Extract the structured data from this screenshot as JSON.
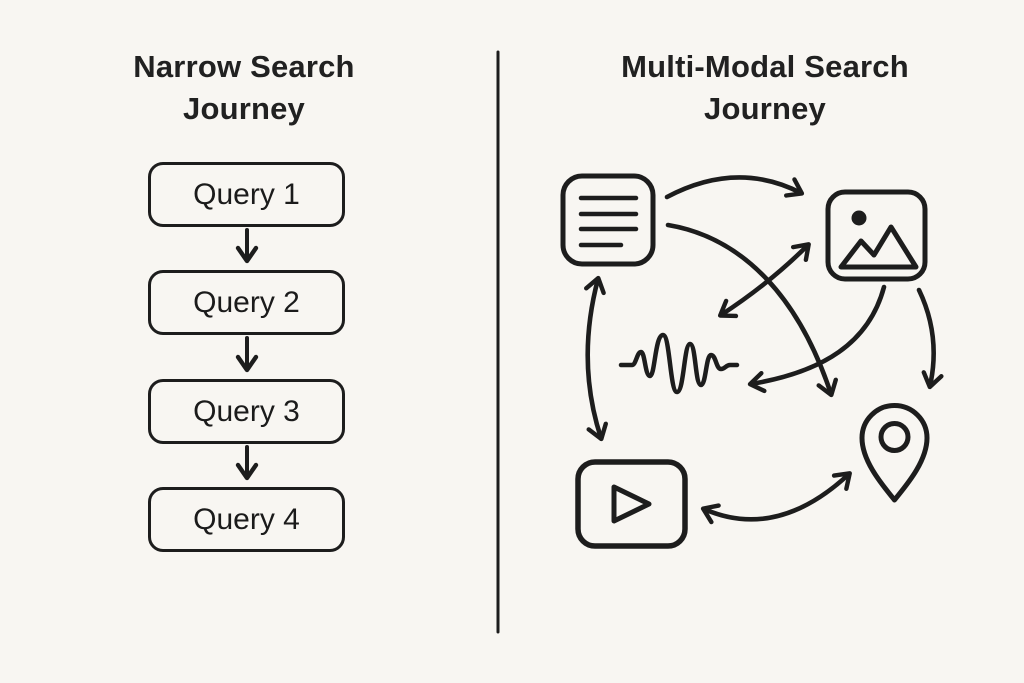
{
  "page": {
    "background_color": "#f8f6f2",
    "stroke_color": "#1d1d1d",
    "text_color": "#212121"
  },
  "left_panel": {
    "title": "Narrow Search Journey",
    "queries": [
      "Query 1",
      "Query 2",
      "Query 3",
      "Query 4"
    ],
    "flow": "Query 1 -> Query 2 -> Query 3 -> Query 4"
  },
  "right_panel": {
    "title": "Multi-Modal Search Journey",
    "icons": [
      "text-document-icon",
      "image-icon",
      "audio-waveform-icon",
      "video-icon",
      "location-pin-icon"
    ],
    "connections": [
      {
        "from": "text-document",
        "to": "image",
        "bidirectional": false
      },
      {
        "from": "text-document",
        "to": "video",
        "bidirectional": true
      },
      {
        "from": "text-document",
        "to": "location-pin",
        "bidirectional": false
      },
      {
        "from": "audio-waveform",
        "to": "image",
        "bidirectional": true
      },
      {
        "from": "image",
        "to": "audio-waveform",
        "bidirectional": false
      },
      {
        "from": "image",
        "to": "location-pin",
        "bidirectional": false
      },
      {
        "from": "video",
        "to": "location-pin",
        "bidirectional": true
      }
    ]
  }
}
